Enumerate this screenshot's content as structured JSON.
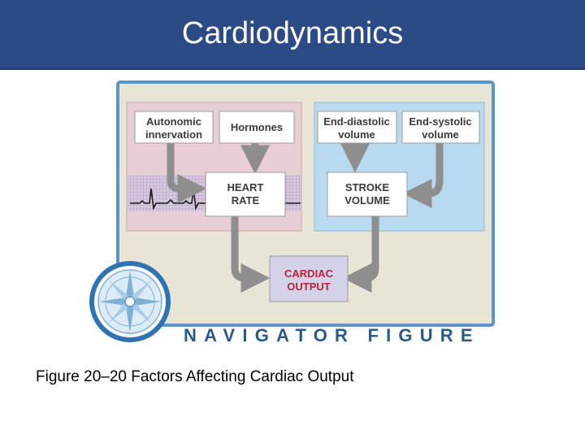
{
  "slide": {
    "title": "Cardiodynamics",
    "caption": "Figure 20–20 Factors Affecting Cardiac Output"
  },
  "figure": {
    "boxes": {
      "autonomic": [
        "Autonomic",
        "innervation"
      ],
      "hormones": [
        "Hormones"
      ],
      "end_diastolic": [
        "End-diastolic",
        "volume"
      ],
      "end_systolic": [
        "End-systolic",
        "volume"
      ],
      "heart_rate": [
        "HEART",
        "RATE"
      ],
      "stroke_volume": [
        "STROKE",
        "VOLUME"
      ],
      "cardiac_output": [
        "CARDIAC",
        "OUTPUT"
      ]
    },
    "navigator_label": "NAVIGATOR FIGURE"
  },
  "colors": {
    "title_bar": "#2c4a85",
    "panel_bg": "#e9e5d6",
    "panel_border": "#5b95c9",
    "pink_region": "#e8cdd4",
    "blue_region": "#b8d9ee",
    "arrow": "#8e8e8e",
    "cardiac_box": "#d4d2e8",
    "cardiac_text": "#b0263a",
    "navigator_text": "#2b5a8a"
  },
  "icons": [
    "compass-icon",
    "ecg-trace-icon"
  ]
}
